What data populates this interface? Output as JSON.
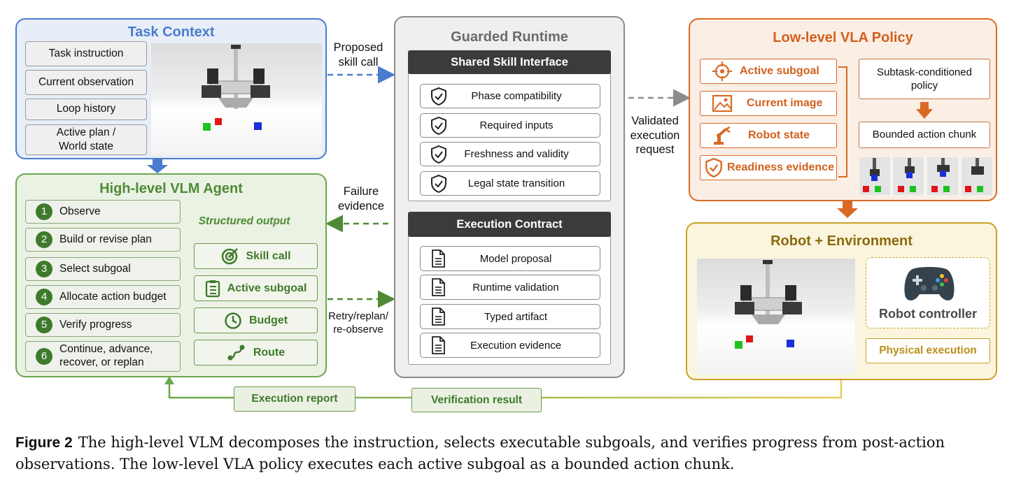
{
  "task_context": {
    "title": "Task Context",
    "items": [
      "Task instruction",
      "Current observation",
      "Loop history",
      "Active plan /\nWorld state"
    ]
  },
  "vlm_agent": {
    "title": "High-level VLM Agent",
    "steps": [
      {
        "num": "1",
        "label": "Observe"
      },
      {
        "num": "2",
        "label": "Build or revise plan"
      },
      {
        "num": "3",
        "label": "Select subgoal"
      },
      {
        "num": "4",
        "label": "Allocate action budget"
      },
      {
        "num": "5",
        "label": "Verify progress"
      },
      {
        "num": "6",
        "label": "Continue, advance,\nrecover, or replan"
      }
    ],
    "structured_output_title": "Structured output",
    "outputs": [
      "Skill call",
      "Active subgoal",
      "Budget",
      "Route"
    ]
  },
  "runtime": {
    "title": "Guarded Runtime",
    "skill_interface": {
      "header": "Shared Skill Interface",
      "items": [
        "Phase compatibility",
        "Required inputs",
        "Freshness and validity",
        "Legal state transition"
      ]
    },
    "contract": {
      "header": "Execution Contract",
      "items": [
        "Model proposal",
        "Runtime validation",
        "Typed artifact",
        "Execution evidence"
      ]
    }
  },
  "vla_policy": {
    "title": "Low-level VLA Policy",
    "inputs": [
      "Active subgoal",
      "Current image",
      "Robot state",
      "Readiness evidence"
    ],
    "policy_label": "Subtask-conditioned\npolicy",
    "chunk_label": "Bounded action chunk"
  },
  "robot_env": {
    "title": "Robot + Environment",
    "controller_label": "Robot controller",
    "physical_label": "Physical execution"
  },
  "flows": {
    "proposed": "Proposed\nskill call",
    "validated": "Validated\nexecution\nrequest",
    "failure": "Failure\nevidence",
    "retry": "Retry/replan/\nre-observe",
    "execution_report": "Execution report",
    "verification_result": "Verification result"
  },
  "caption": {
    "label": "Figure 2",
    "text": "The high-level VLM decomposes the instruction, selects executable subgoals, and verifies progress from post-action observations. The low-level VLA policy executes each active subgoal as a bounded action chunk."
  },
  "colors": {
    "blue": "#4a7bcf",
    "green": "#6aa84f",
    "dark_green": "#3f7a2c",
    "orange": "#d96a25",
    "gold": "#c9a228",
    "gray": "#8c8c8c"
  }
}
